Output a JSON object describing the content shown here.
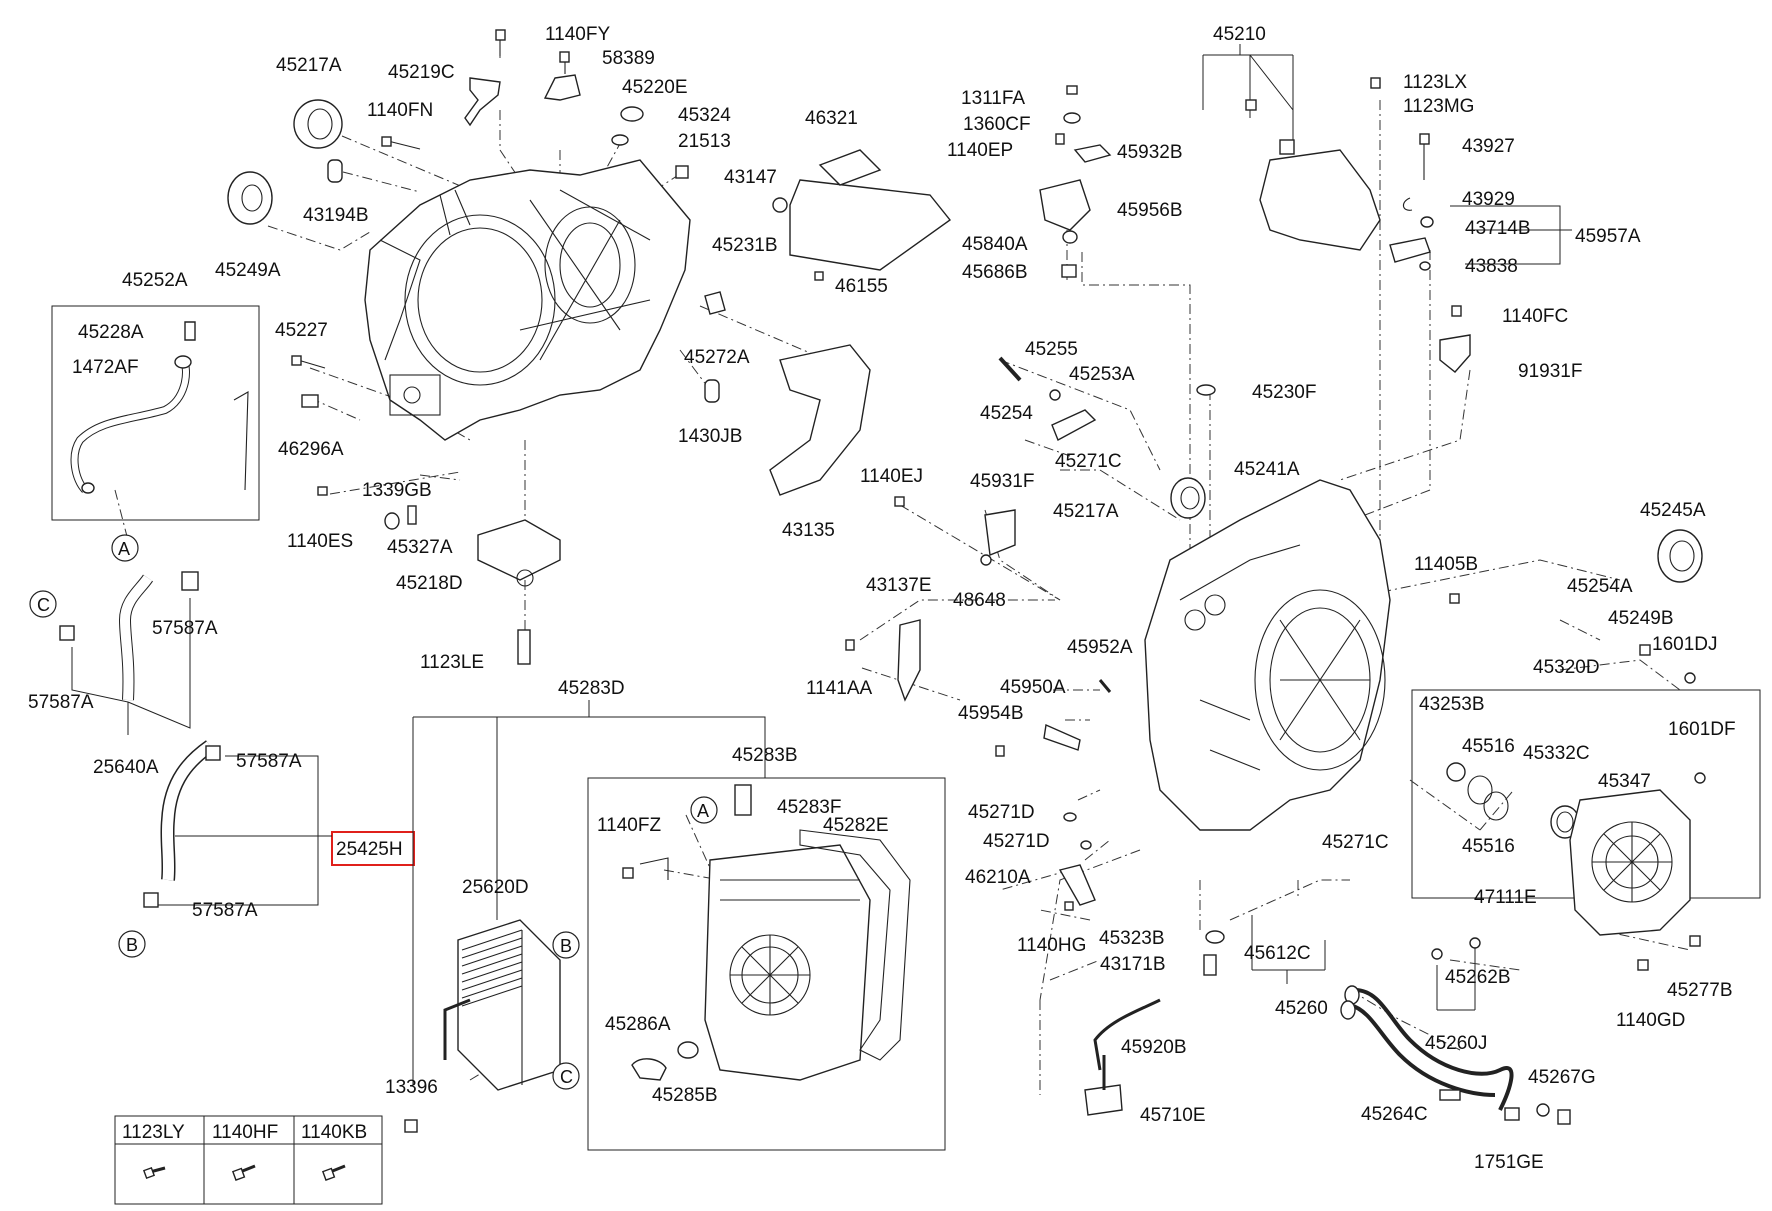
{
  "labels": {
    "l45217A_top": "45217A",
    "l45219C": "45219C",
    "l1140FY": "1140FY",
    "l58389": "58389",
    "l45220E": "45220E",
    "l1140FN": "1140FN",
    "l45324": "45324",
    "l21513": "21513",
    "l43147": "43147",
    "l43194B": "43194B",
    "l45249A": "45249A",
    "l45231B": "45231B",
    "l46321": "46321",
    "l46155": "46155",
    "l45252A": "45252A",
    "l45228A": "45228A",
    "l1472AF": "1472AF",
    "l45227": "45227",
    "l45272A": "45272A",
    "l46296A": "46296A",
    "l1430JB": "1430JB",
    "l1339GB": "1339GB",
    "l1140ES": "1140ES",
    "l45327A": "45327A",
    "l43135": "43135",
    "l45218D": "45218D",
    "l1123LE": "1123LE",
    "l57587A_1": "57587A",
    "l57587A_2": "57587A",
    "l25640A": "25640A",
    "l57587A_3": "57587A",
    "l25425H": "25425H",
    "l57587A_4": "57587A",
    "l45283D": "45283D",
    "l45283B": "45283B",
    "l1140FZ": "1140FZ",
    "l45283F": "45283F",
    "l45282E": "45282E",
    "l25620D": "25620D",
    "l45286A": "45286A",
    "l45285B": "45285B",
    "l13396": "13396",
    "l1311FA": "1311FA",
    "l1360CF": "1360CF",
    "l1140EP": "1140EP",
    "l45932B": "45932B",
    "l45956B": "45956B",
    "l45840A": "45840A",
    "l45686B": "45686B",
    "l45210": "45210",
    "l1123LX": "1123LX",
    "l1123MG": "1123MG",
    "l43927": "43927",
    "l43929": "43929",
    "l43714B": "43714B",
    "l45957A": "45957A",
    "l43838": "43838",
    "l1140FC": "1140FC",
    "l91931F": "91931F",
    "l45255": "45255",
    "l45253A": "45253A",
    "l45230F": "45230F",
    "l45254": "45254",
    "l45271C_top": "45271C",
    "l1140EJ": "1140EJ",
    "l45931F": "45931F",
    "l45241A": "45241A",
    "l45217A_mid": "45217A",
    "l48648": "48648",
    "l45245A": "45245A",
    "l11405B": "11405B",
    "l43137E": "43137E",
    "l45254A": "45254A",
    "l45249B": "45249B",
    "l1601DJ": "1601DJ",
    "l1141AA": "1141AA",
    "l45952A": "45952A",
    "l45950A": "45950A",
    "l45954B": "45954B",
    "l45320D": "45320D",
    "l43253B": "43253B",
    "l45516_1": "45516",
    "l45332C": "45332C",
    "l1601DF": "1601DF",
    "l45347": "45347",
    "l45516_2": "45516",
    "l47111E": "47111E",
    "l45271D_1": "45271D",
    "l45271D_2": "45271D",
    "l45271C_bot": "45271C",
    "l46210A": "46210A",
    "l1140HG": "1140HG",
    "l45323B": "45323B",
    "l43171B": "43171B",
    "l45612C": "45612C",
    "l45260": "45260",
    "l45920B": "45920B",
    "l45710E": "45710E",
    "l45262B": "45262B",
    "l45277B": "45277B",
    "l1140GD": "1140GD",
    "l45260J": "45260J",
    "l45264C": "45264C",
    "l45267G": "45267G",
    "l1751GE": "1751GE"
  },
  "callouts": {
    "a1": "A",
    "a2": "A",
    "b1": "B",
    "b2": "B",
    "c1": "C",
    "c2": "C"
  },
  "legend": {
    "headers": [
      "1123LY",
      "1140HF",
      "1140KB"
    ],
    "cells": [
      "bolt-icon",
      "bolt-icon",
      "bolt-icon"
    ]
  },
  "highlight": {
    "part": "25425H",
    "color": "#e0201b"
  }
}
